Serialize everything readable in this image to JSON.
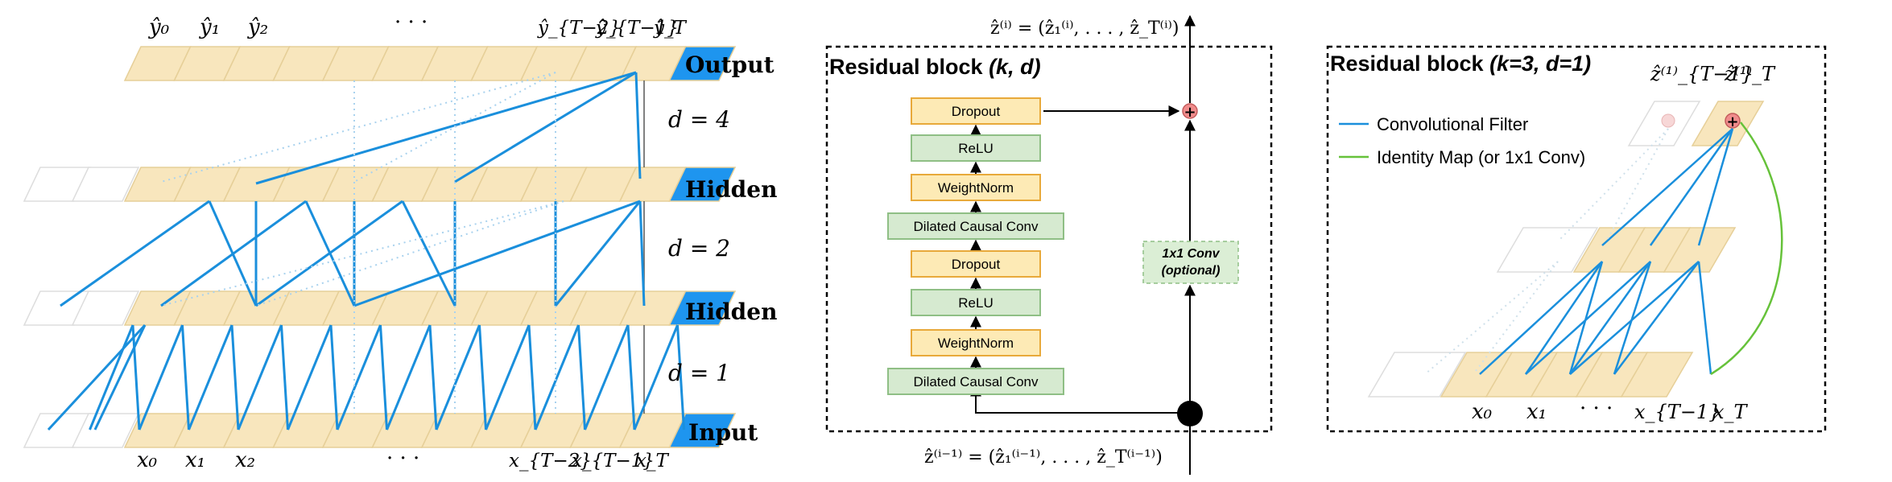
{
  "panel_a": {
    "output_labels": [
      "ŷ₀",
      "ŷ₁",
      "ŷ₂",
      "· · ·",
      "ŷ_{T−2}",
      "ŷ_{T−1}",
      "ŷ_T"
    ],
    "input_labels": [
      "x₀",
      "x₁",
      "x₂",
      "· · ·",
      "x_{T−2}",
      "x_{T−1}",
      "x_T"
    ],
    "layer_names": [
      "Output",
      "Hidden",
      "Hidden",
      "Input"
    ],
    "dilations": [
      "d = 4",
      "d = 2",
      "d = 1"
    ]
  },
  "panel_b": {
    "title_main": "Residual block ",
    "title_params": "(k, d)",
    "top_formula": "ẑ⁽ⁱ⁾ = (ẑ₁⁽ⁱ⁾, . . . , ẑ_T⁽ⁱ⁾)",
    "bottom_formula": "ẑ⁽ⁱ⁻¹⁾ = (ẑ₁⁽ⁱ⁻¹⁾, . . . , ẑ_T⁽ⁱ⁻¹⁾)",
    "stack": [
      "Dropout",
      "ReLU",
      "WeightNorm",
      "Dilated Causal Conv",
      "Dropout",
      "ReLU",
      "WeightNorm",
      "Dilated Causal Conv"
    ],
    "conv1x1_line1": "1x1 Conv",
    "conv1x1_line2": "(optional)",
    "plus_symbol": "+"
  },
  "panel_c": {
    "title_main": "Residual block ",
    "title_params": "(k=3, d=1)",
    "legend": [
      {
        "label": "Convolutional Filter",
        "color": "#1a8fdc"
      },
      {
        "label": "Identity Map (or 1x1 Conv)",
        "color": "#66c23a"
      }
    ],
    "top_labels": [
      "ẑ⁽¹⁾_{T−1}",
      "ẑ⁽¹⁾_T"
    ],
    "input_labels": [
      "x₀",
      "x₁",
      "· · ·",
      "x_{T−1}",
      "x_T"
    ]
  },
  "colors": {
    "cell_fill": "#f8e6bd",
    "cell_stroke": "#e6cf98",
    "active_cell": "#1e95ef",
    "filter_line": "#1a8fdc",
    "identity_line": "#66c23a",
    "orange_box_fill": "#fdeab5",
    "orange_box_stroke": "#e8a93a",
    "green_box_fill": "#d6ead0",
    "green_box_stroke": "#8fbf85",
    "plus_fill": "#f08c8c"
  }
}
